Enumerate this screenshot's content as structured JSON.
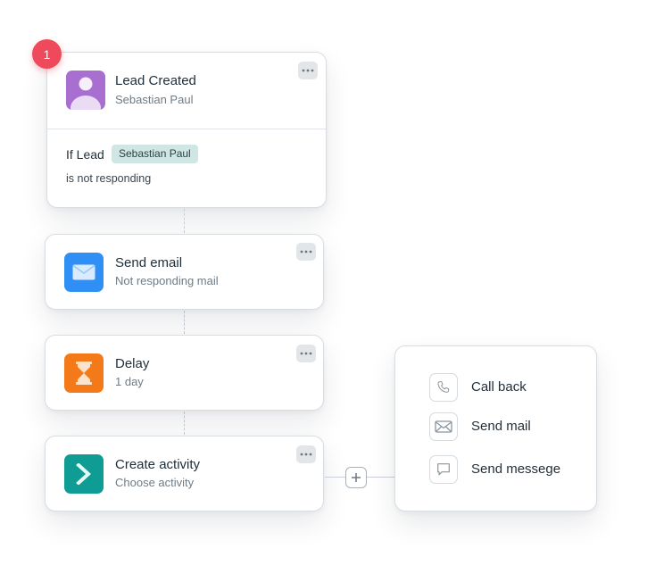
{
  "workflow": {
    "step_number": "1",
    "lead_card": {
      "title": "Lead Created",
      "subtitle": "Sebastian Paul",
      "icon": "user-avatar-icon",
      "icon_color": "#a86fd0",
      "condition_prefix": "If Lead",
      "condition_chip": "Sebastian Paul",
      "condition_text": "is not responding"
    },
    "steps": [
      {
        "title": "Send email",
        "subtitle": "Not responding mail",
        "icon": "envelope-icon",
        "icon_color": "#2f8ff5"
      },
      {
        "title": "Delay",
        "subtitle": "1 day",
        "icon": "hourglass-icon",
        "icon_color": "#f47a19"
      },
      {
        "title": "Create activity",
        "subtitle": "Choose activity",
        "icon": "chevron-right-icon",
        "icon_color": "#0f9c94"
      }
    ],
    "activity_menu": [
      {
        "label": "Call back",
        "icon": "phone-icon"
      },
      {
        "label": "Send mail",
        "icon": "mail-icon"
      },
      {
        "label": "Send messege",
        "icon": "chat-bubble-icon"
      }
    ]
  },
  "colors": {
    "badge": "#ef4a5c",
    "chip_bg": "#cfe6e4",
    "border": "#d8dde2"
  }
}
